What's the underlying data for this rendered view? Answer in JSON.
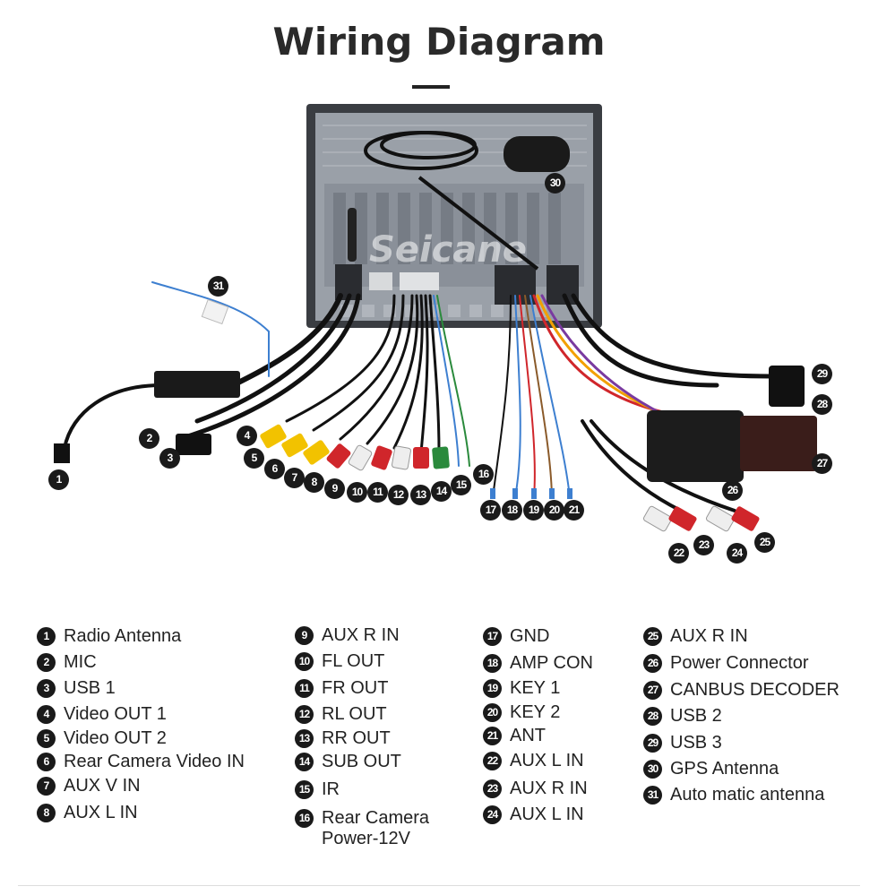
{
  "title": "Wiring Diagram",
  "watermark": "Seicane",
  "legend": [
    {
      "num": "1",
      "label": "Radio Antenna"
    },
    {
      "num": "2",
      "label": "MIC"
    },
    {
      "num": "3",
      "label": "USB 1"
    },
    {
      "num": "4",
      "label": "Video OUT 1"
    },
    {
      "num": "5",
      "label": "Video OUT 2"
    },
    {
      "num": "6",
      "label": "Rear Camera Video IN"
    },
    {
      "num": "7",
      "label": "AUX V IN"
    },
    {
      "num": "8",
      "label": "AUX L IN"
    },
    {
      "num": "9",
      "label": "AUX R IN"
    },
    {
      "num": "10",
      "label": "FL OUT"
    },
    {
      "num": "11",
      "label": "FR OUT"
    },
    {
      "num": "12",
      "label": "RL OUT"
    },
    {
      "num": "13",
      "label": "RR OUT"
    },
    {
      "num": "14",
      "label": "SUB OUT"
    },
    {
      "num": "15",
      "label": "IR"
    },
    {
      "num": "16",
      "label": "Rear Camera\nPower-12V"
    },
    {
      "num": "17",
      "label": "GND"
    },
    {
      "num": "18",
      "label": "AMP CON"
    },
    {
      "num": "19",
      "label": "KEY 1"
    },
    {
      "num": "20",
      "label": "KEY 2"
    },
    {
      "num": "21",
      "label": "ANT"
    },
    {
      "num": "22",
      "label": "AUX L IN"
    },
    {
      "num": "23",
      "label": "AUX R IN"
    },
    {
      "num": "24",
      "label": "AUX L IN"
    },
    {
      "num": "25",
      "label": "AUX R IN"
    },
    {
      "num": "26",
      "label": "Power Connector"
    },
    {
      "num": "27",
      "label": "CANBUS DECODER"
    },
    {
      "num": "28",
      "label": "USB 2"
    },
    {
      "num": "29",
      "label": "USB 3"
    },
    {
      "num": "30",
      "label": "GPS Antenna"
    },
    {
      "num": "31",
      "label": "Auto matic antenna"
    }
  ],
  "colors": {
    "badge": "#1a1a1a",
    "rca_yellow": "#f2c200",
    "rca_red": "#d0262b",
    "rca_white": "#eeeeee",
    "rca_green": "#2a8a3c",
    "unit": "#7d8187"
  }
}
